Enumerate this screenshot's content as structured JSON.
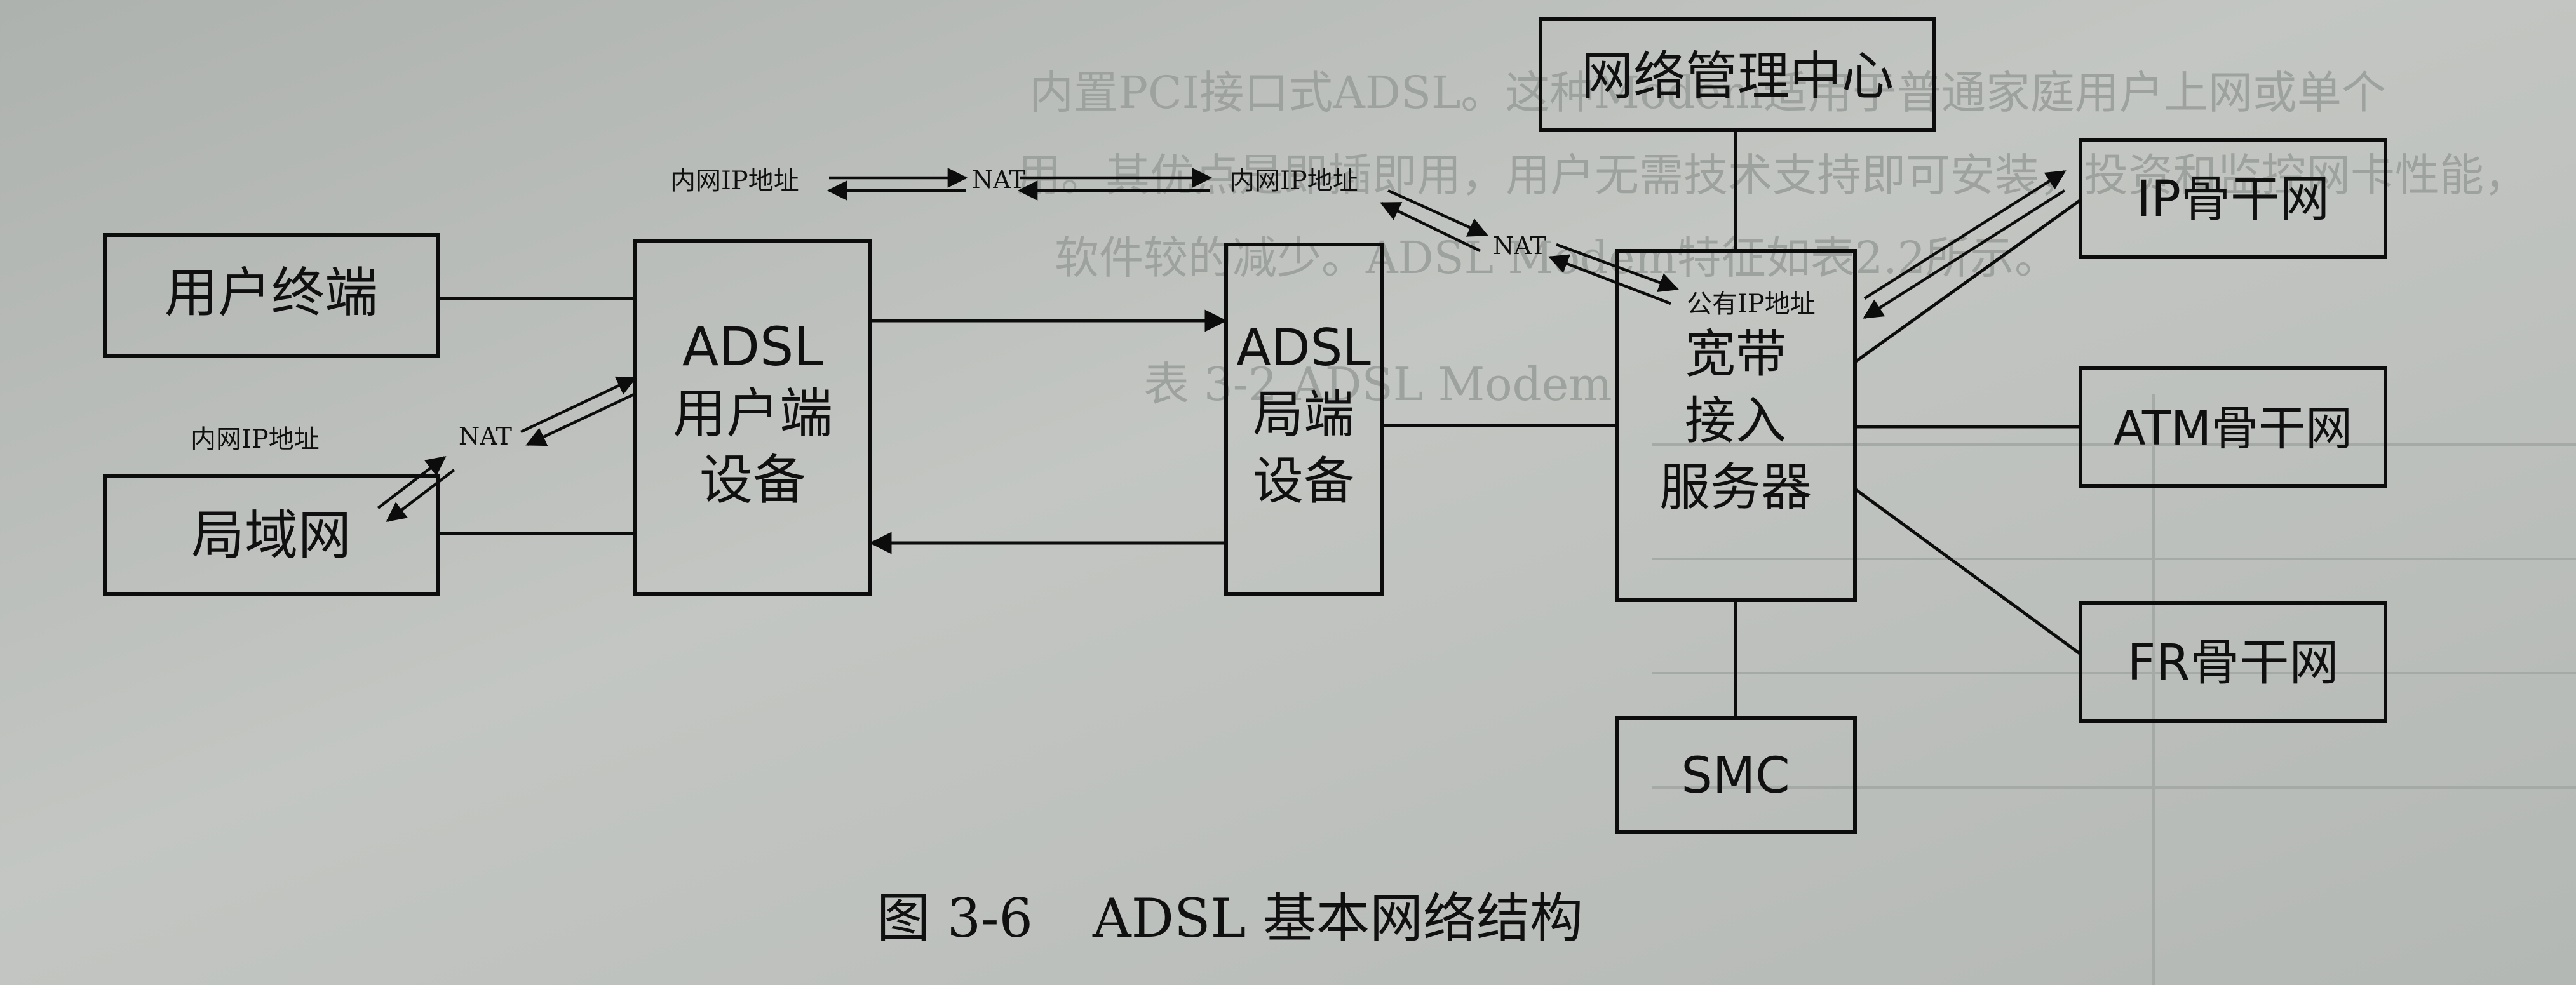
{
  "boxes": {
    "user_terminal": "用户终端",
    "lan": "局域网",
    "adsl_user": [
      "ADSL",
      "用户端",
      "设备"
    ],
    "adsl_central": [
      "ADSL",
      "局端",
      "设备"
    ],
    "bras": [
      "宽带",
      "接入",
      "服务器"
    ],
    "nms": "网络管理中心",
    "smc": "SMC",
    "ip_backbone": "IP骨干网",
    "atm_backbone": "ATM骨干网",
    "fr_backbone": "FR骨干网"
  },
  "labels": {
    "private_ip": "内网IP地址",
    "nat": "NAT",
    "public_ip": "公有IP地址"
  },
  "caption": {
    "number": "图 3-6",
    "title": "ADSL 基本网络结构"
  },
  "bleed_text": [
    "内置PCI接口式ADSL。这种Modem适用于普通家庭用户上网或单个",
    "用。其优点是即插即用，用户无需技术支持即可安装，投资和监控网卡性能，",
    "软件较的减少。ADSL Modem特征如表2.2所示。",
    "表 3-2 ADSL Modem"
  ],
  "colors": {
    "ink": "#0c0c0c",
    "paper": "#b9bcb8"
  }
}
